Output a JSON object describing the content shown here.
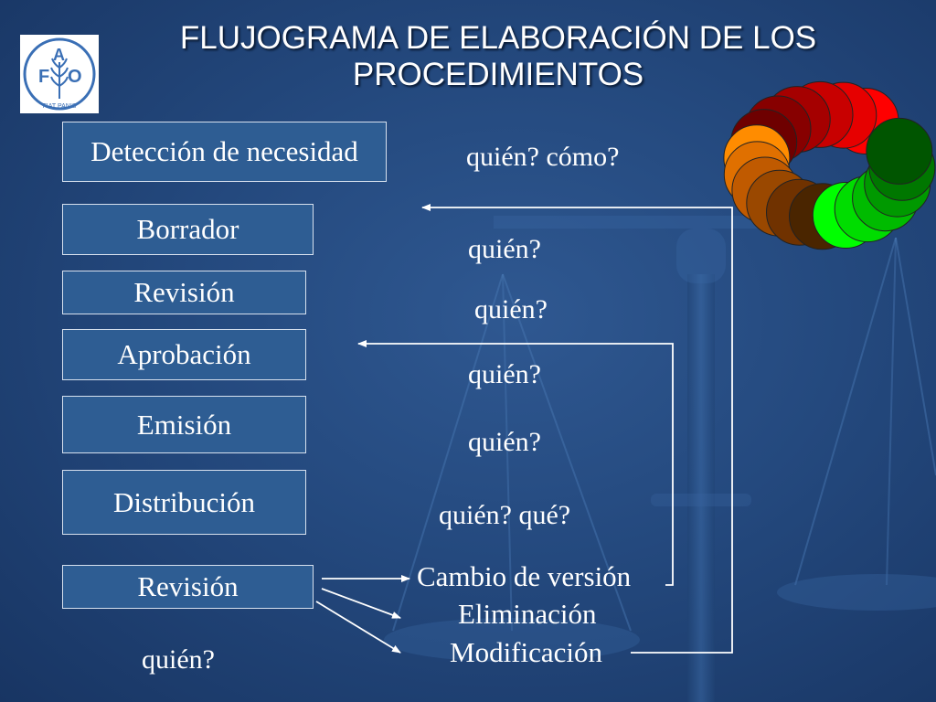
{
  "title_line1": "FLUJOGRAMA DE ELABORACIÓN DE LOS",
  "title_line2": "PROCEDIMIENTOS",
  "logo": {
    "letters": [
      "F",
      "A",
      "O"
    ],
    "motto": "FIAT PANIS",
    "icon": "fao-wheat-logo-icon"
  },
  "steps": [
    "Detección de necesidad",
    "Borrador",
    "Revisión",
    "Aprobación",
    "Emisión",
    "Distribución",
    "Revisión"
  ],
  "questions": [
    "quién? cómo?",
    "quién?",
    "quién?",
    "quién?",
    "quién?",
    "quién?  qué?",
    "quién?"
  ],
  "outcomes": [
    "Cambio de versión",
    "Eliminación",
    "Modificación"
  ],
  "colors": {
    "background": "#24497e",
    "box_fill": "#2e5d93",
    "box_border": "#d6e0ee",
    "text": "#ffffff"
  },
  "decoration": {
    "ring_colors": [
      "#ff0000",
      "#e60000",
      "#c80000",
      "#a50000",
      "#870000",
      "#6e0000",
      "#ff8c00",
      "#e07000",
      "#c05a00",
      "#9a4800",
      "#703200",
      "#4a2500",
      "#00ff00",
      "#00dd00",
      "#00bb00",
      "#009900",
      "#007700",
      "#005500"
    ],
    "background_icon": "balance-scale-icon"
  }
}
